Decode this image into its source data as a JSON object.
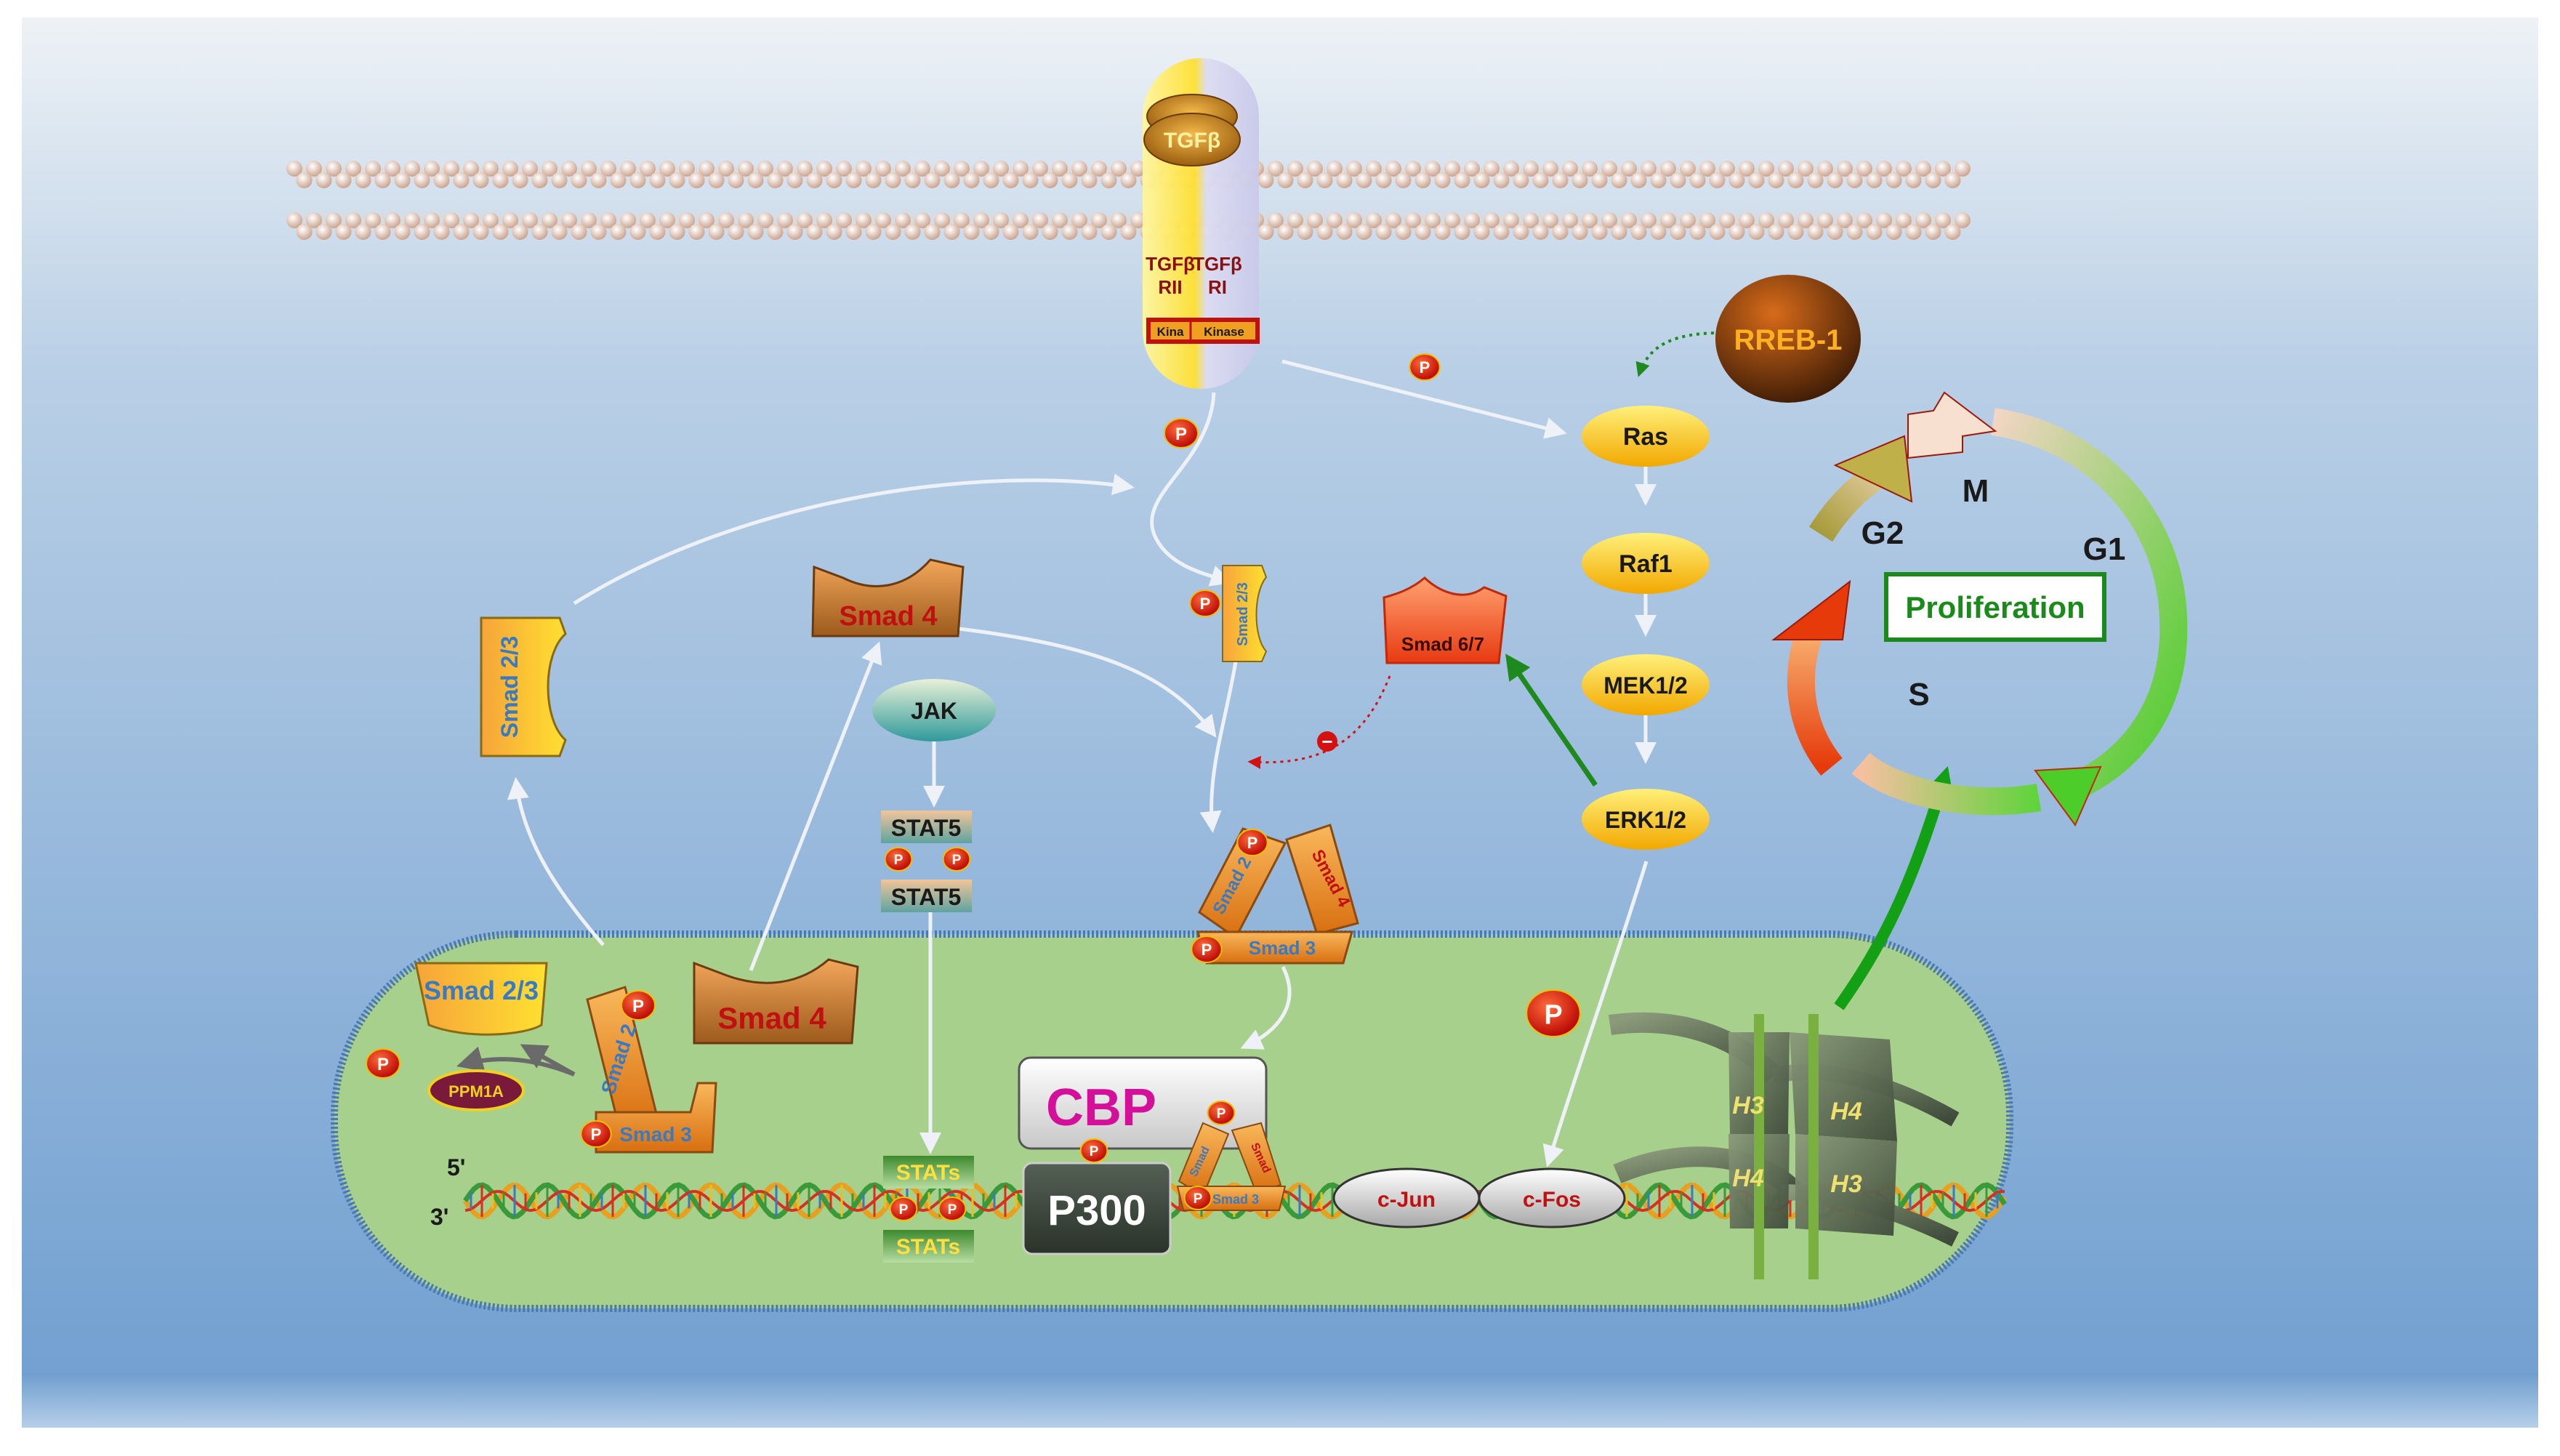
{
  "receptor": {
    "ligand": "TGFβ",
    "rii_line1": "TGFβ",
    "rii_line2": "RII",
    "ri_line1": "TGFβ",
    "ri_line2": "RI",
    "kinase_left": "Kina",
    "kinase_right": "Kinase"
  },
  "phospho": "P",
  "inhibit_symbol": "−",
  "cytoplasm": {
    "rreb1": "RREB-1",
    "ras": "Ras",
    "raf1": "Raf1",
    "mek": "MEK1/2",
    "erk": "ERK1/2",
    "smad67": "Smad 6/7",
    "smad23_free": "Smad 2/3",
    "smad23_receptor": "Smad 2/3",
    "smad4": "Smad 4",
    "jak": "JAK",
    "stat5_top": "STAT5",
    "stat5_bottom": "STAT5",
    "complex_smad2": "Smad 2",
    "complex_smad4": "Smad 4",
    "complex_smad3": "Smad 3"
  },
  "cell_cycle": {
    "m": "M",
    "g1": "G1",
    "g2": "G2",
    "s": "S",
    "center": "Proliferation"
  },
  "nucleus": {
    "smad23": "Smad 2/3",
    "smad2": "Smad 2",
    "smad3": "Smad 3",
    "ppm1a": "PPM1A",
    "smad4": "Smad 4",
    "cbp": "CBP",
    "p300": "P300",
    "dna_smad_left": "Smad",
    "dna_smad_right": "Smad",
    "dna_smad3": "Smad 3",
    "stats_top": "STATs",
    "stats_bottom": "STATs",
    "cjun": "c-Jun",
    "cfos": "c-Fos",
    "h3_top": "H3",
    "h4_top": "H4",
    "h4_bottom": "H4",
    "h3_bottom": "H3",
    "strand5": "5'",
    "strand3": "3'"
  }
}
